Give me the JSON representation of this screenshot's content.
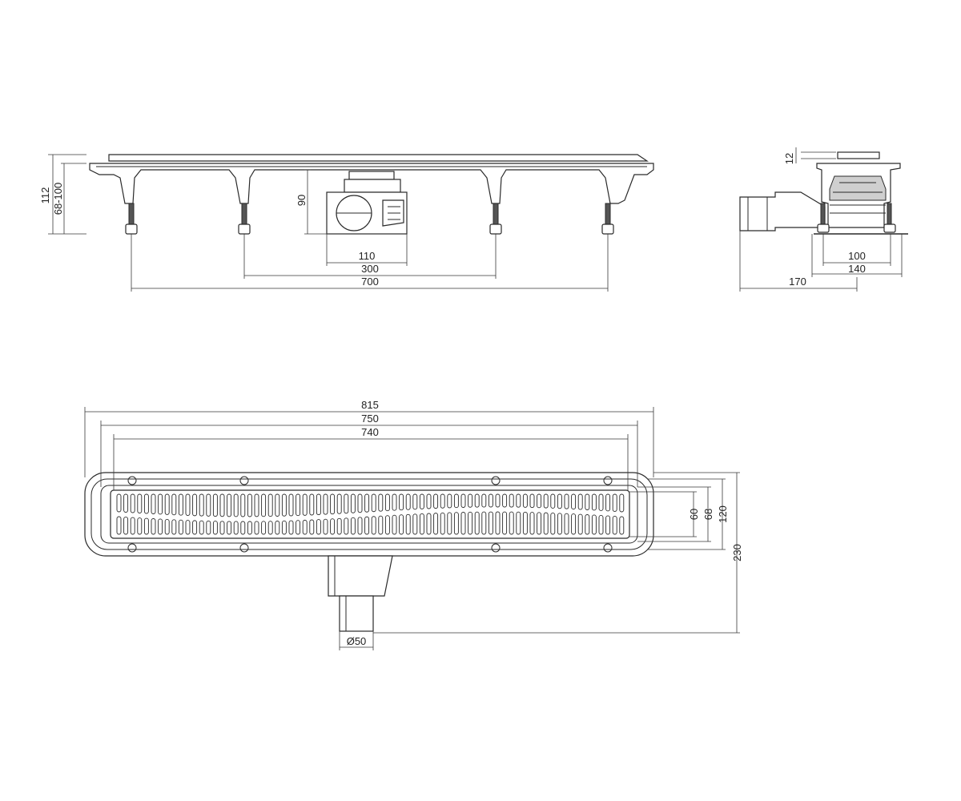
{
  "dimensions": {
    "front_height": "112",
    "front_adjust": "68-100",
    "front_outlet_height": "90",
    "front_outlet_width": "110",
    "front_mid_feet": "300",
    "front_outer_feet": "700",
    "side_top": "12",
    "side_inner": "100",
    "side_feet": "140",
    "side_outlet": "170",
    "plan_total": "815",
    "plan_body": "750",
    "plan_grate": "740",
    "plan_w60": "60",
    "plan_w68": "68",
    "plan_w120": "120",
    "plan_w230": "230",
    "plan_pipe": "Ø50"
  }
}
